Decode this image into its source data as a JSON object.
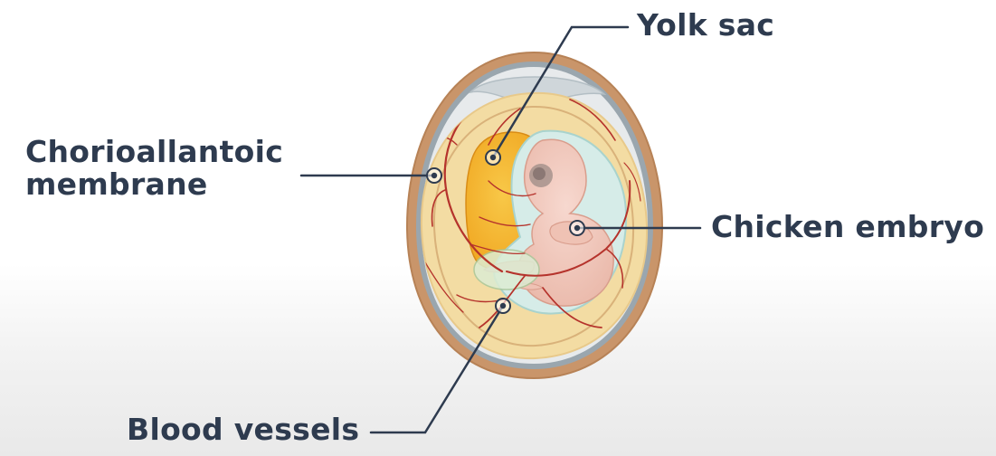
{
  "labels": {
    "yolk_sac": "Yolk sac",
    "chorioallantoic_line1": "Chorioallantoic",
    "chorioallantoic_line2": "membrane",
    "chicken_embryo": "Chicken embryo",
    "blood_vessels": "Blood vessels"
  },
  "colors": {
    "label_text": "#2e3b4f",
    "leader_line": "#2e3b4f",
    "shell_outer": "#c9956a",
    "shell_inner": "#9aa6ae",
    "air_cell": "#cfd6da",
    "albumen": "#f3dca3",
    "yolk": "#f6b629",
    "embryo": "#f2c9bd",
    "amnion": "#cfe9e6",
    "blood_vessel": "#b5332c"
  }
}
